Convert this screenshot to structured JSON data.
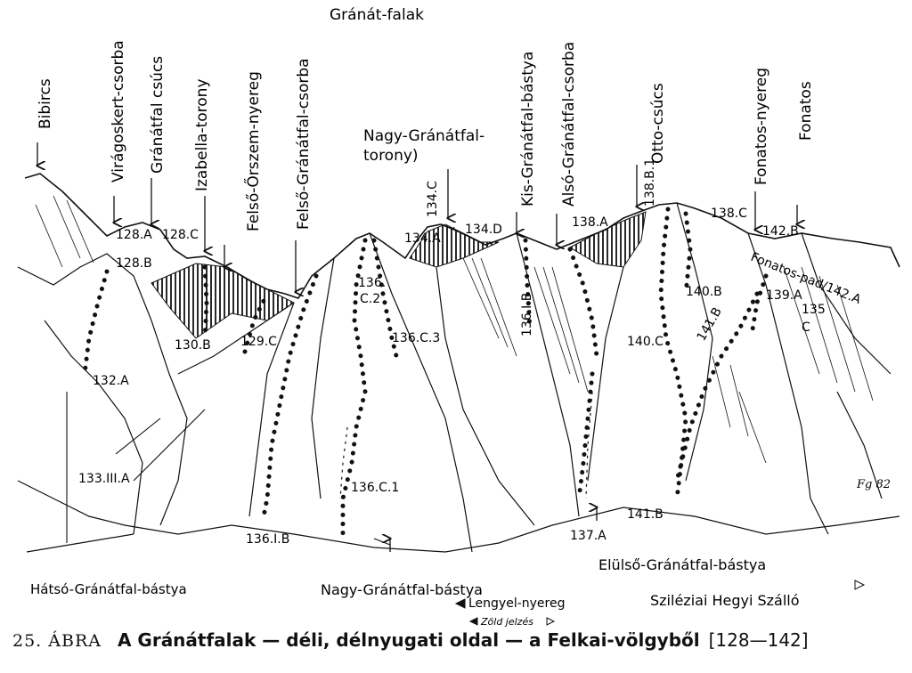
{
  "figure": {
    "number": "25. ÁBRA",
    "title": "A Gránátfalak — déli, délnyugati oldal — a Felkai-völgyből",
    "range": "[128—142]"
  },
  "top_label": "Gránát-falak",
  "peak_labels": [
    "Bibircs",
    "Virágoskert-csorba",
    "Gránátfal csúcs",
    "Izabella-torony",
    "Felső-Őrszem-nyereg",
    "Felső-Gránátfal-csorba",
    "Nagy-Gránátfal-",
    "torony)",
    "Kis-Gránátfal-bástya",
    "Alsó-Gránátfal-csorba",
    "Otto-csúcs",
    "Fonatos-nyereg",
    "Fonatos"
  ],
  "route_labels": [
    "128.A",
    "128.C",
    "128.B",
    "130.B",
    "132.A",
    "133.III.A",
    "129.C",
    "136.",
    "C.2",
    "136.C.3",
    "136.C.1",
    "136.I.B",
    "134.A",
    "134.C",
    "134.D",
    "136.I.B",
    "137.A",
    "138.A",
    "138.B.1",
    "140.C",
    "140.B",
    "141.B",
    "141.B",
    "138.C",
    "142.B",
    "139.A",
    "135",
    "C",
    "Fonatos-pad/142.A"
  ],
  "bottom_labels": {
    "hatso": "Hátsó-Gránátfal-bástya",
    "nagy": "Nagy-Gránátfal-bástya",
    "lengyel": "Lengyel-nyereg",
    "zold": "Zöld jelzés",
    "elulso": "Elülső-Gránátfal-bástya",
    "szileziai": "Sziléziai Hegyi Szálló"
  },
  "signature": "Fg 82"
}
